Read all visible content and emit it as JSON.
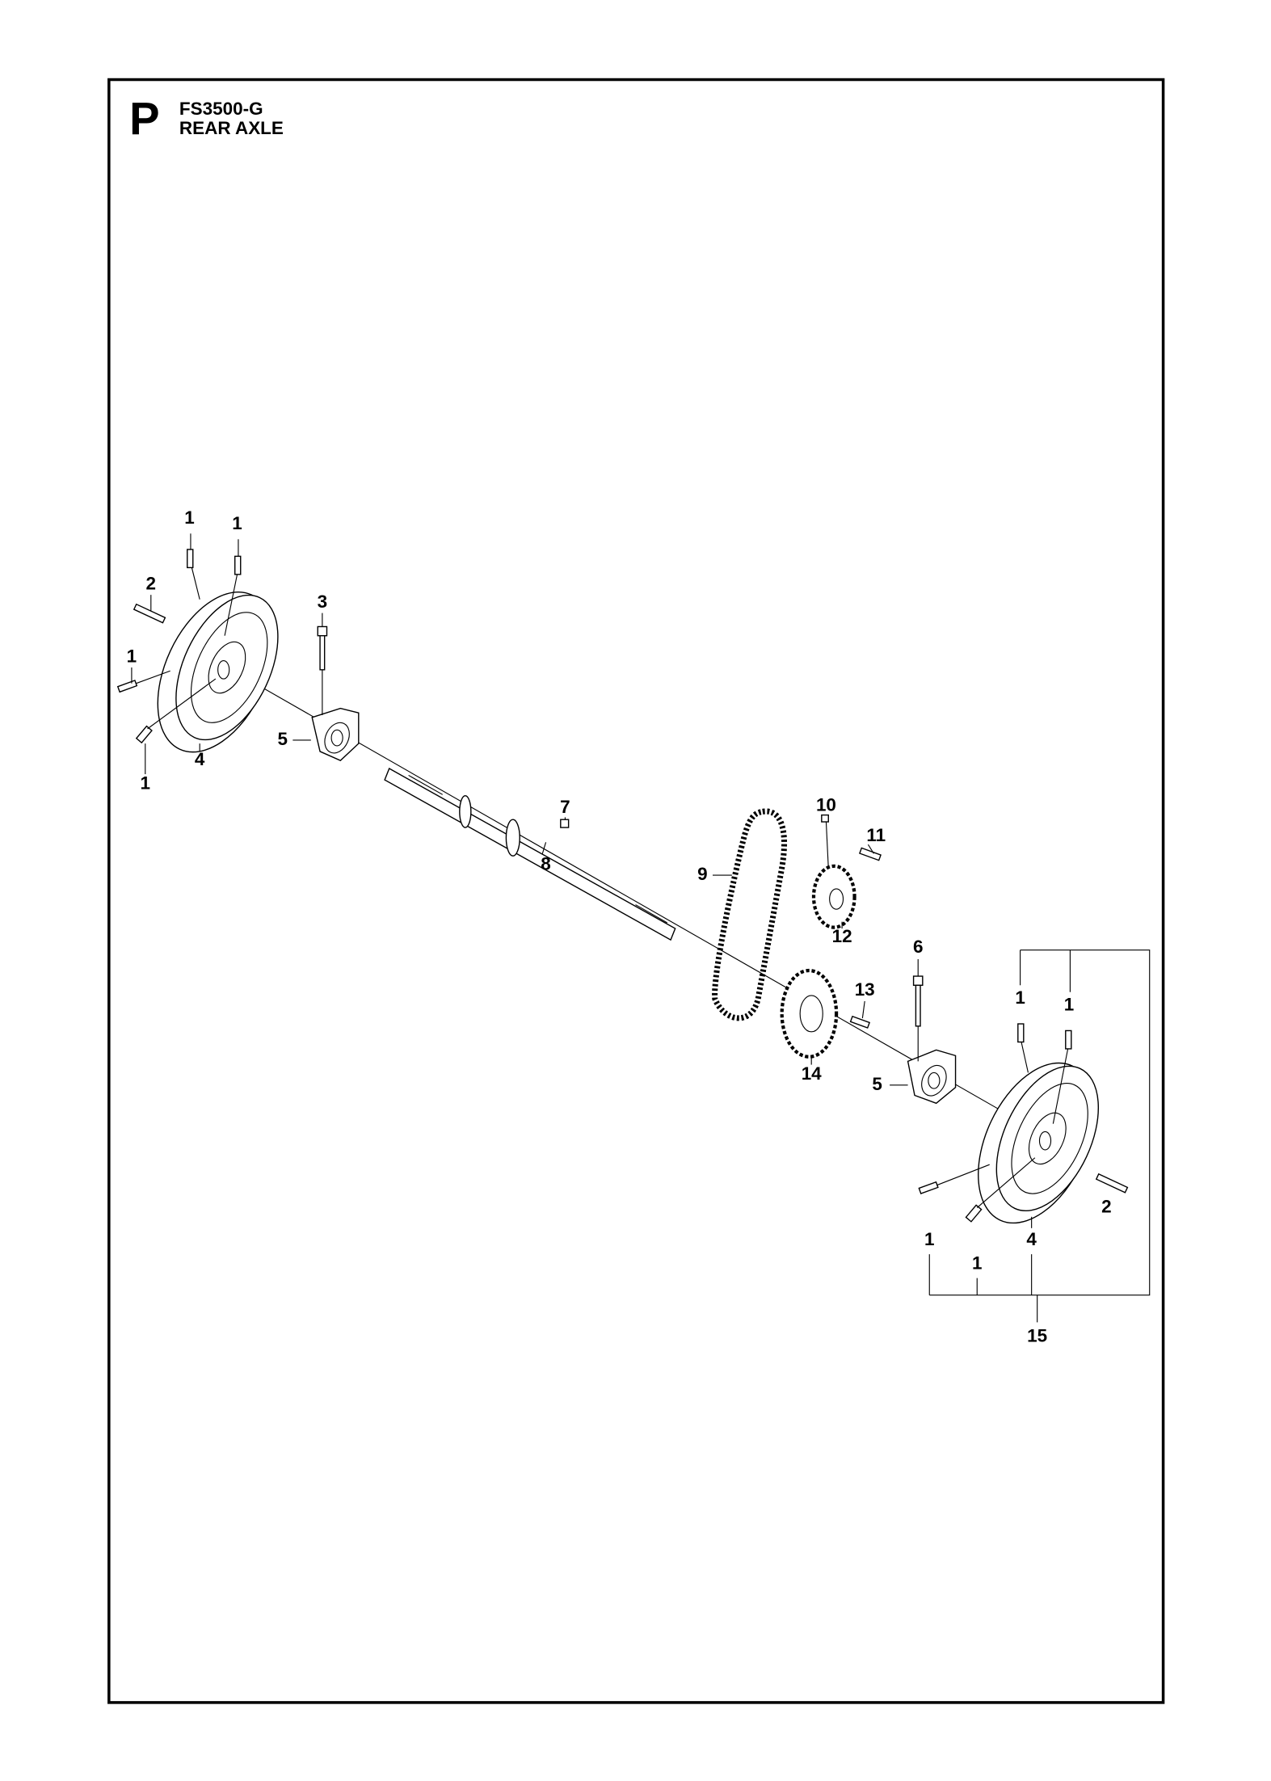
{
  "header": {
    "section_letter": "P",
    "model": "FS3500-G",
    "title": "REAR AXLE"
  },
  "callouts": [
    "1",
    "1",
    "2",
    "3",
    "1",
    "5",
    "4",
    "1",
    "7",
    "10",
    "11",
    "9",
    "8",
    "12",
    "6",
    "13",
    "1",
    "1",
    "14",
    "5",
    "2",
    "1",
    "4",
    "1",
    "15"
  ]
}
